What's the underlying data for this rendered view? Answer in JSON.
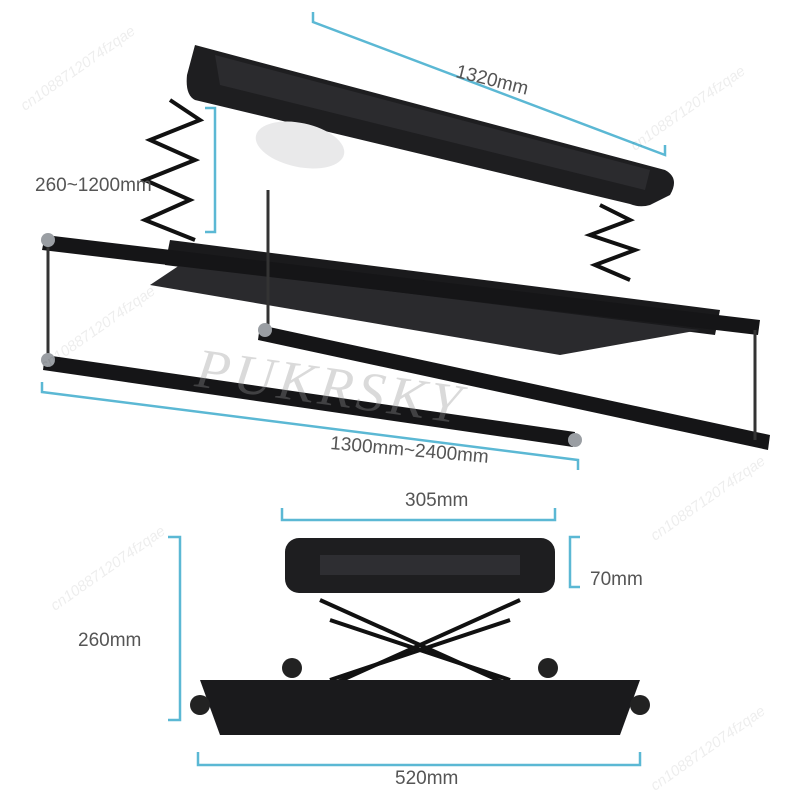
{
  "dimensions": {
    "top_length": "1320mm",
    "lift_range": "260~1200mm",
    "rack_width": "1300mm~2400mm",
    "box_width": "305mm",
    "box_height": "70mm",
    "total_height": "260mm",
    "base_width": "520mm"
  },
  "watermark": {
    "text": "cn1088712074fzqae",
    "brand": "PUKRSKY"
  },
  "colors": {
    "dimension_line": "#5bb8d4",
    "product": "#1e1e20",
    "label": "#555555",
    "accent_gray": "#9a9ea3"
  }
}
